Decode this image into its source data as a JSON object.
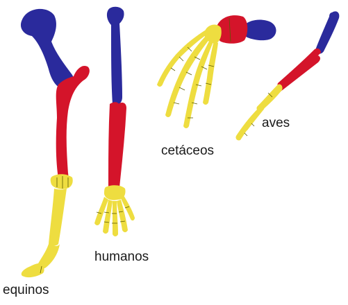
{
  "labels": {
    "equinos": "equinos",
    "humanos": "humanos",
    "cetaceos": "cetáceos",
    "aves": "aves"
  },
  "colors": {
    "humerus": "#2a2a9c",
    "forearm": "#d4142a",
    "hand": "#eedd40",
    "background": "#ffffff"
  }
}
